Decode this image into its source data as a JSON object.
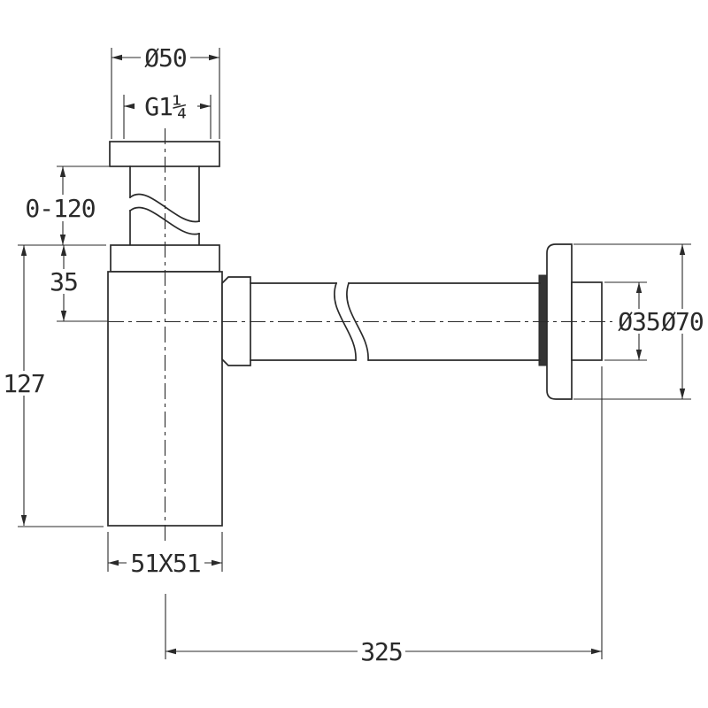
{
  "drawing": {
    "type": "technical-dimension-drawing",
    "subject": "bottle-trap-siphon",
    "line_color": "#2a2a2a",
    "background_color": "#ffffff",
    "dimensions": {
      "top_flange_diameter": "Ø50",
      "thread_size": "G1¼",
      "adjustable_tail_height": "0-120",
      "inlet_to_outlet_center": "35",
      "body_height": "127",
      "body_section": "51X51",
      "outlet_tube_diameter": "Ø35",
      "wall_flange_diameter": "Ø70",
      "horizontal_reach": "325"
    }
  }
}
